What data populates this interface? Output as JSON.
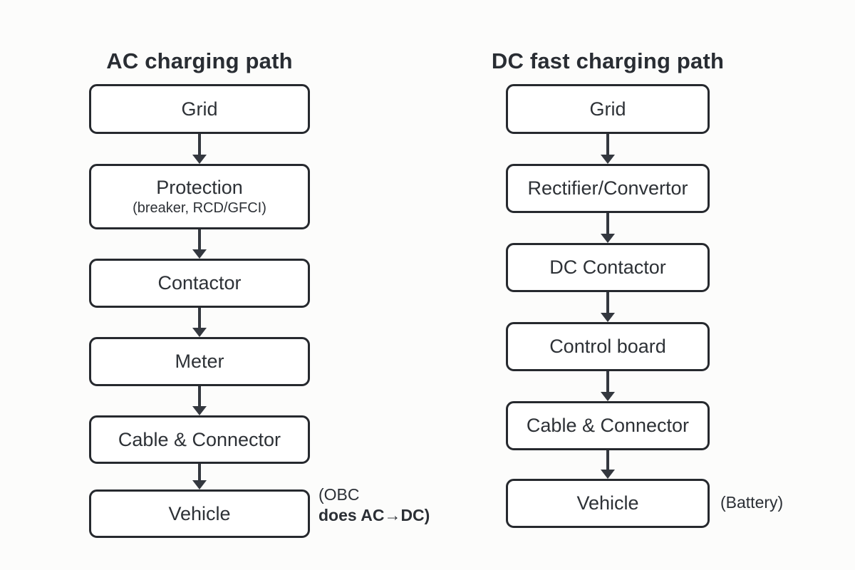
{
  "diagram": {
    "background": "#fcfcfb",
    "ink": "#2d3136",
    "box_fill": "#ffffff",
    "box_border": "#26292e",
    "arrow_color": "#34383f"
  },
  "ac": {
    "title": "AC charging path",
    "nodes": [
      {
        "label": "Grid"
      },
      {
        "label": "Protection",
        "sublabel": "(breaker, RCD/GFCI)"
      },
      {
        "label": "Contactor"
      },
      {
        "label": "Meter"
      },
      {
        "label": "Cable & Connector"
      },
      {
        "label": "Vehicle"
      }
    ],
    "vehicle_note": {
      "line1": "(OBC",
      "line2": "does AC→DC)"
    }
  },
  "dc": {
    "title": "DC fast charging path",
    "nodes": [
      {
        "label": "Grid"
      },
      {
        "label": "Rectifier/Convertor"
      },
      {
        "label": "DC Contactor"
      },
      {
        "label": "Control board"
      },
      {
        "label": "Cable & Connector"
      },
      {
        "label": "Vehicle"
      }
    ],
    "vehicle_note": {
      "text": "(Battery)"
    }
  }
}
